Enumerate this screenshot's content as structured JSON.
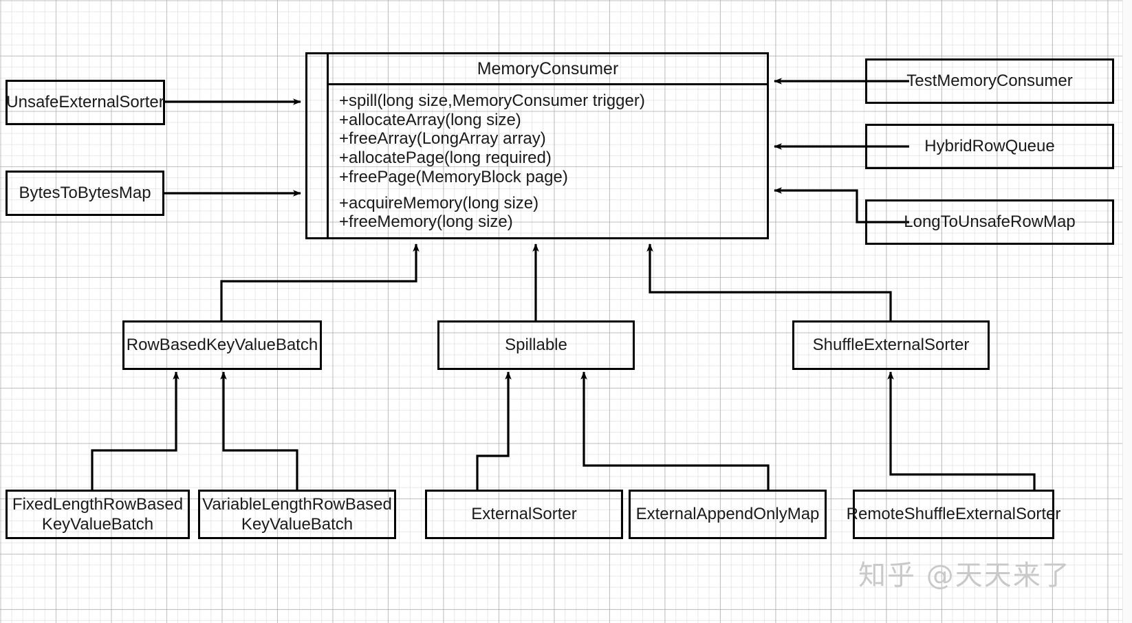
{
  "diagram": {
    "title": "MemoryConsumer class hierarchy",
    "line_color": "#000000",
    "text_color": "#1a1a1a",
    "background": "#ffffff",
    "grid_color": "#b4b4b4"
  },
  "main_class": {
    "name": "MemoryConsumer",
    "methods": [
      "+spill(long size,MemoryConsumer trigger)",
      "+allocateArray(long size)",
      "+freeArray(LongArray array)",
      "+allocatePage(long required)",
      "+freePage(MemoryBlock page)",
      "+acquireMemory(long size)",
      "+freeMemory(long size)"
    ]
  },
  "left_classes": [
    {
      "name": "UnsafeExternalSorter"
    },
    {
      "name": "BytesToBytesMap"
    }
  ],
  "right_classes": [
    {
      "name": "TestMemoryConsumer"
    },
    {
      "name": "HybridRowQueue"
    },
    {
      "name": "LongToUnsafeRowMap"
    }
  ],
  "middle_classes": [
    {
      "name": "RowBasedKeyValueBatch"
    },
    {
      "name": "Spillable"
    },
    {
      "name": "ShuffleExternalSorter"
    }
  ],
  "bottom_classes": [
    {
      "name": "FixedLengthRowBased\nKeyValueBatch",
      "line1": "FixedLengthRowBased",
      "line2": "KeyValueBatch"
    },
    {
      "name": "VariableLengthRowBased\nKeyValueBatch",
      "line1": "VariableLengthRowBased",
      "line2": "KeyValueBatch"
    },
    {
      "name": "ExternalSorter",
      "line1": "ExternalSorter",
      "line2": ""
    },
    {
      "name": "ExternalAppendOnlyMap",
      "line1": "ExternalAppendOnlyMap",
      "line2": ""
    },
    {
      "name": "RemoteShuffleExternalSorter",
      "line1": "RemoteShuffleExternalSorter",
      "line2": ""
    }
  ],
  "watermark": {
    "text": "知乎 @天天来了"
  }
}
